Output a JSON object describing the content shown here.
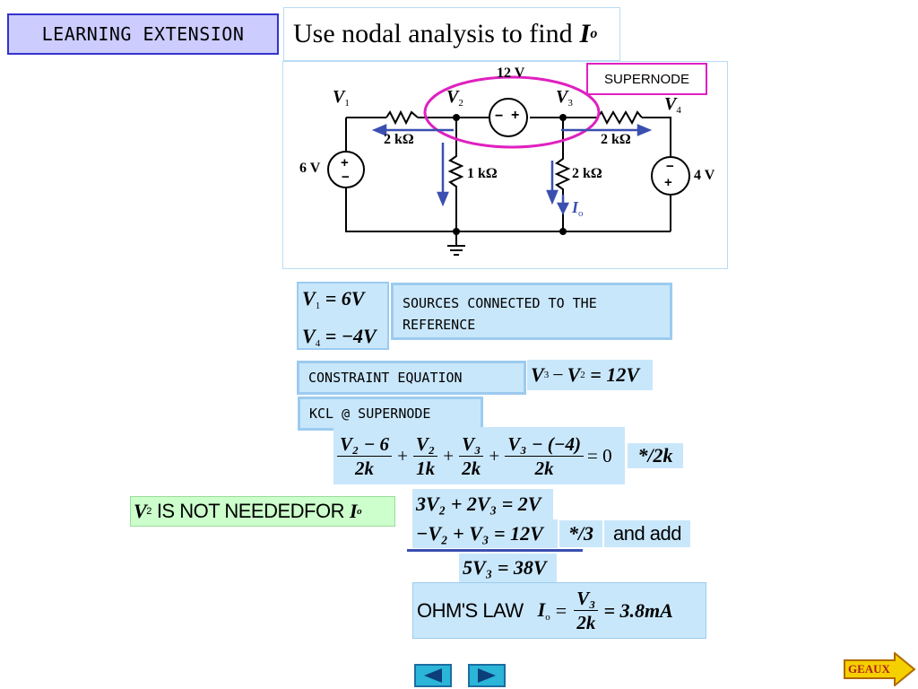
{
  "header": {
    "badge": "LEARNING EXTENSION",
    "title": "Use nodal analysis to find",
    "title_var": "I",
    "title_var_sub": "o"
  },
  "circuit": {
    "supernode_label": "SUPERNODE",
    "v1_label": "V",
    "v1_sub": "1",
    "v2_label": "V",
    "v2_sub": "2",
    "v3_label": "V",
    "v3_sub": "3",
    "v4_label": "V",
    "v4_sub": "4",
    "src_12v": "12 V",
    "src_6v": "6 V",
    "src_4v": "4 V",
    "r_left": "2 kΩ",
    "r_right": "2 kΩ",
    "r_mid1": "1 kΩ",
    "r_mid2": "2 kΩ",
    "io_label": "I",
    "io_sub": "o",
    "plus": "+",
    "minus": "−"
  },
  "eq_v1": {
    "lhs": "V",
    "sub": "1",
    "rhs": "= 6V"
  },
  "eq_v4": {
    "lhs": "V",
    "sub": "4",
    "rhs": "= −4V"
  },
  "sources_label": "SOURCES CONNECTED TO THE REFERENCE",
  "constraint_label": "CONSTRAINT EQUATION",
  "constraint_eq": {
    "a": "V",
    "a_sub": "3",
    "op": "−",
    "b": "V",
    "b_sub": "2",
    "rhs": "= 12V"
  },
  "kcl_label": "KCL @ SUPERNODE",
  "kcl_eq": {
    "t1_num": "V₂ − 6",
    "t1_den": "2k",
    "t2_num": "V₂",
    "t2_den": "1k",
    "t3_num": "V₃",
    "t3_den": "2k",
    "t4_num": "V₃ − (−4)",
    "t4_den": "2k",
    "rhs": "= 0",
    "plus": "+"
  },
  "kcl_mult": "*/2k",
  "note": {
    "var": "V",
    "sub": "2",
    "text": "IS NOT NEEDEDFOR",
    "target": "I",
    "target_sub": "o"
  },
  "eq_a": "3V₂ + 2V₃ = 2V",
  "eq_b": "−V₂ + V₃ = 12V",
  "mult3": "*/3",
  "and_add": "and add",
  "eq_c": "5V₃ = 38V",
  "ohm": {
    "label": "OHM'S LAW",
    "lhs": "I",
    "lhs_sub": "o",
    "eq": "=",
    "num": "V₃",
    "den": "2k",
    "rhs": "= 3.8mA"
  },
  "nav": {
    "geaux": "GEAUX"
  },
  "colors": {
    "box_fill": "#c9e7fb",
    "box_border": "#9ccbf0",
    "supernode": "#e020c0",
    "arrows": "#3a4fb0",
    "green_fill": "#ccffcc",
    "badge_fill": "#ccccff"
  }
}
